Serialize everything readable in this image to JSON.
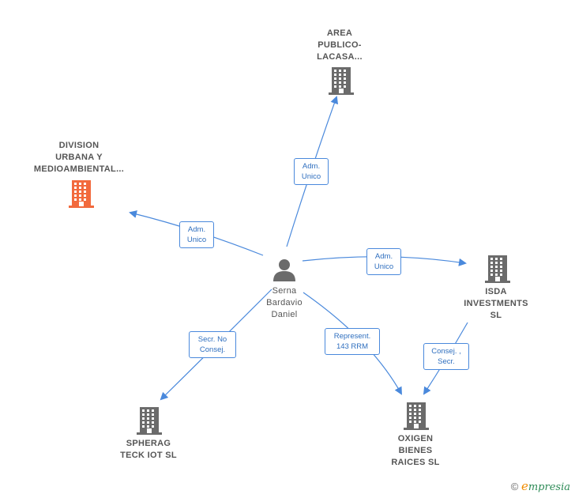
{
  "center": {
    "lines": [
      "Serna",
      "Bardavio",
      "Daniel"
    ],
    "icon": "person-icon",
    "color": "#6b6b6b"
  },
  "companies": [
    {
      "id": "division",
      "lines": [
        "DIVISION",
        "URBANA Y",
        "MEDIOAMBIENTAL..."
      ],
      "icon": "building-icon",
      "color": "#f26a3d",
      "highlight": true
    },
    {
      "id": "area",
      "lines": [
        "AREA",
        "PUBLICO-",
        "LACASA..."
      ],
      "icon": "building-icon",
      "color": "#6b6b6b",
      "highlight": false
    },
    {
      "id": "isda",
      "lines": [
        "ISDA",
        "INVESTMENTS",
        "SL"
      ],
      "icon": "building-icon",
      "color": "#6b6b6b",
      "highlight": false
    },
    {
      "id": "spherag",
      "lines": [
        "SPHERAG",
        "TECK IOT  SL"
      ],
      "icon": "building-icon",
      "color": "#6b6b6b",
      "highlight": false
    },
    {
      "id": "oxigen",
      "lines": [
        "OXIGEN",
        "BIENES",
        "RAICES  SL"
      ],
      "icon": "building-icon",
      "color": "#6b6b6b",
      "highlight": false
    }
  ],
  "relations": [
    {
      "id": "rel-division",
      "lines": [
        "Adm.",
        "Unico"
      ]
    },
    {
      "id": "rel-area",
      "lines": [
        "Adm.",
        "Unico"
      ]
    },
    {
      "id": "rel-isda",
      "lines": [
        "Adm.",
        "Unico"
      ]
    },
    {
      "id": "rel-spherag",
      "lines": [
        "Secr.  No",
        "Consej."
      ]
    },
    {
      "id": "rel-oxigen",
      "lines": [
        "Represent.",
        "143 RRM"
      ]
    },
    {
      "id": "rel-isda-oxigen",
      "lines": [
        "Consej. ,",
        "Secr."
      ]
    }
  ],
  "edge_color": "#4a89dc",
  "brand": {
    "copyright": "©",
    "e": "e",
    "rest": "mpresia"
  }
}
